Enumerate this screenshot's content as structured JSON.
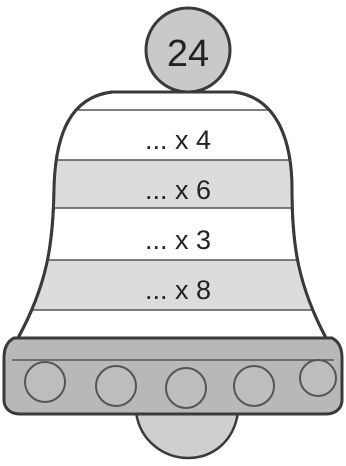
{
  "badge": {
    "value": "24"
  },
  "rows": [
    {
      "text": "... x 4"
    },
    {
      "text": "... x 6"
    },
    {
      "text": "... x 3"
    },
    {
      "text": "... x 8"
    }
  ],
  "colors": {
    "stroke": "#3a3a3a",
    "band_fill": "#dcdcdc",
    "circle_fill": "#bdbdbd",
    "badge_fill": "#c9c9c9"
  }
}
